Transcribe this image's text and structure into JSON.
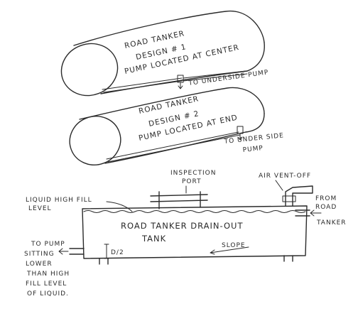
{
  "tanker1": {
    "line1": "ROAD TANKER",
    "line2": "DESIGN # 1",
    "line3": "PUMP LOCATED AT CENTER",
    "pump_note": "TO UNDERSIDE PUMP"
  },
  "tanker2": {
    "line1": "ROAD TANKER",
    "line2": "DESIGN # 2",
    "line3": "PUMP LOCATED AT END",
    "pump_note_1": "TO UNDER SIDE",
    "pump_note_2": "PUMP"
  },
  "drain_tank": {
    "title_1": "ROAD TANKER DRAIN-OUT",
    "title_2": "TANK",
    "inspection_port_1": "INSPECTION",
    "inspection_port_2": "PORT",
    "air_vent": "AIR VENT-OFF",
    "from_road_tanker_1": "FROM",
    "from_road_tanker_2": "ROAD",
    "from_road_tanker_3": "TANKER",
    "liquid_high_fill_1": "LIQUID HIGH FILL",
    "liquid_high_fill_2": "LEVEL",
    "slope": "SLOPE",
    "d_over_2": "D/2",
    "pump_note_1": "TO PUMP",
    "pump_note_2": "SITTING",
    "pump_note_3": "LOWER",
    "pump_note_4": "THAN HIGH",
    "pump_note_5": "FILL LEVEL",
    "pump_note_6": "OF LIQUID."
  }
}
